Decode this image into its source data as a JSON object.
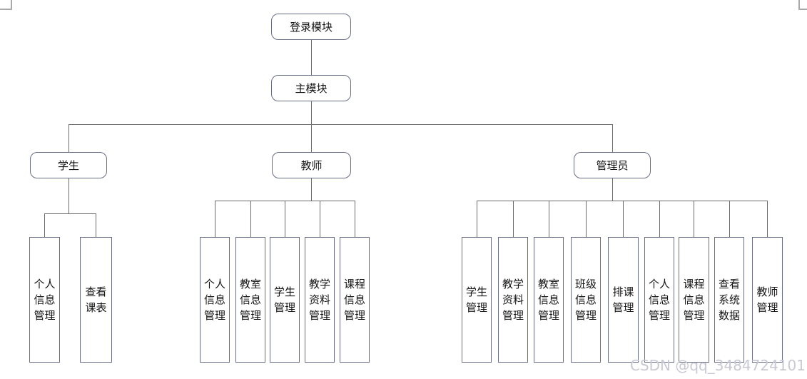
{
  "diagram": {
    "root": {
      "label": "登录模块"
    },
    "main": {
      "label": "主模块"
    },
    "branches": [
      {
        "label": "学生",
        "children": [
          "个人信息管理",
          "查看课表"
        ]
      },
      {
        "label": "教师",
        "children": [
          "个人信息管理",
          "教室信息管理",
          "学生管理",
          "教学资料管理",
          "课程信息管理"
        ]
      },
      {
        "label": "管理员",
        "children": [
          "学生管理",
          "教学资料管理",
          "教室信息管理",
          "班级信息管理",
          "排课管理",
          "个人信息管理",
          "课程信息管理",
          "查看系统数据",
          "教师管理"
        ]
      }
    ],
    "colors": {
      "node_border": "#696d85",
      "connector": "#6b6b6b",
      "text": "#141414",
      "frame_mark": "#a9a9a9",
      "watermark": "#c9c9d4",
      "background": "#ffffff"
    }
  },
  "watermark": {
    "text": "CSDN @qq_3484724101"
  }
}
